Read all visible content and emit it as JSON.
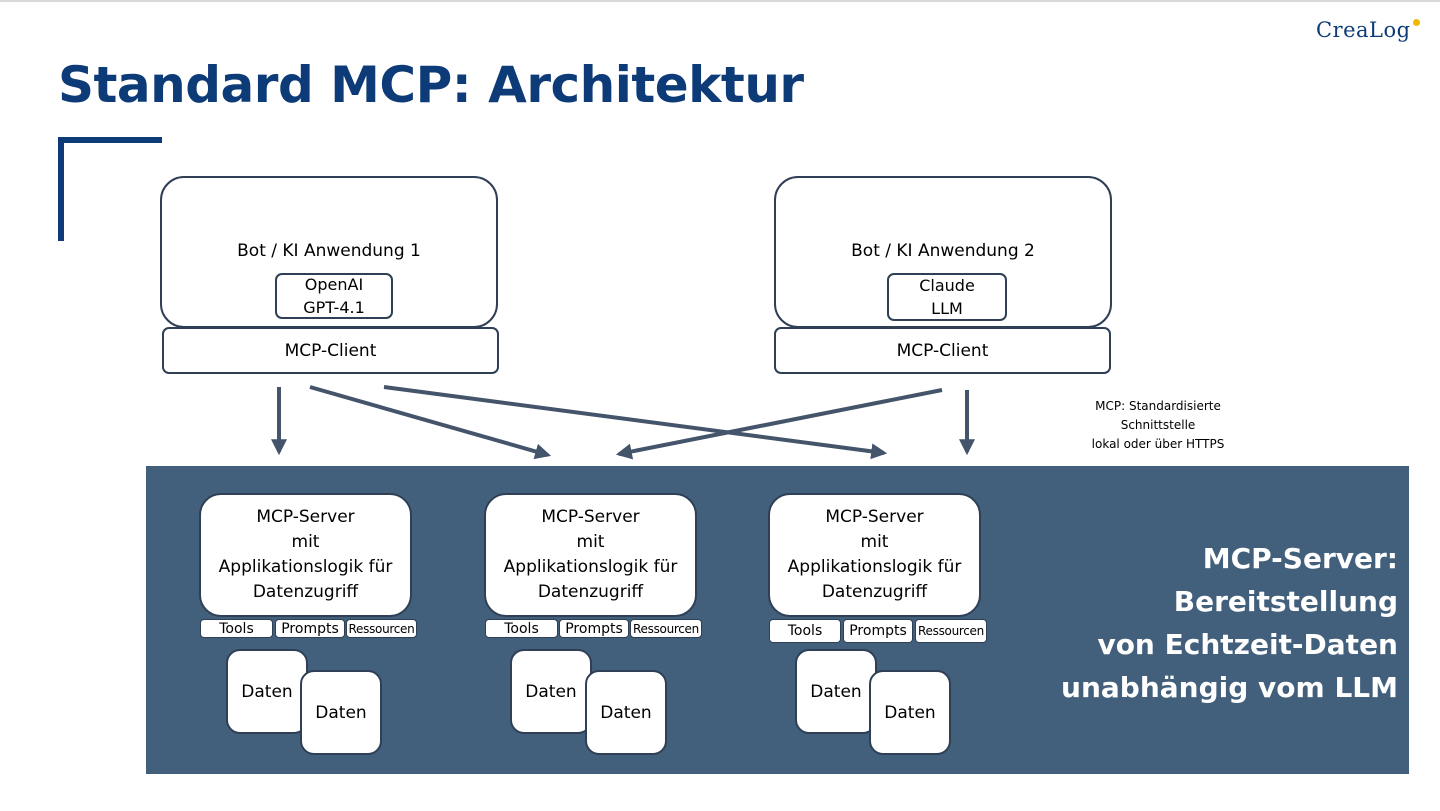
{
  "logo": {
    "text": "CreaLog"
  },
  "page": {
    "title": "Standard MCP: Architektur"
  },
  "apps": [
    {
      "title": "Bot / KI Anwendung 1",
      "llm": "OpenAI\nGPT-4.1",
      "client": "MCP-Client"
    },
    {
      "title": "Bot / KI Anwendung 2",
      "llm": "Claude\nLLM",
      "client": "MCP-Client"
    }
  ],
  "note": {
    "line1": "MCP: Standardisierte",
    "line2": "Schnittstelle",
    "line3": "lokal oder über HTTPS"
  },
  "servers": [
    {
      "label": "MCP-Server\nmit\nApplikationslogik für\nDatenzugriff",
      "tabs": [
        "Tools",
        "Prompts",
        "Ressourcen"
      ],
      "data": [
        "Daten",
        "Daten"
      ]
    },
    {
      "label": "MCP-Server\nmit\nApplikationslogik für\nDatenzugriff",
      "tabs": [
        "Tools",
        "Prompts",
        "Ressourcen"
      ],
      "data": [
        "Daten",
        "Daten"
      ]
    },
    {
      "label": "MCP-Server\nmit\nApplikationslogik für\nDatenzugriff",
      "tabs": [
        "Tools",
        "Prompts",
        "Ressourcen"
      ],
      "data": [
        "Daten",
        "Daten"
      ]
    }
  ],
  "server_caption": {
    "line1": "MCP-Server:",
    "line2": "Bereitstellung",
    "line3": "von Echtzeit-Daten",
    "line4": "unabhängig vom LLM"
  },
  "colors": {
    "brand": "#0d3b77",
    "panel": "#42607c",
    "stroke": "#2f3f55",
    "arrow": "#44546a"
  }
}
